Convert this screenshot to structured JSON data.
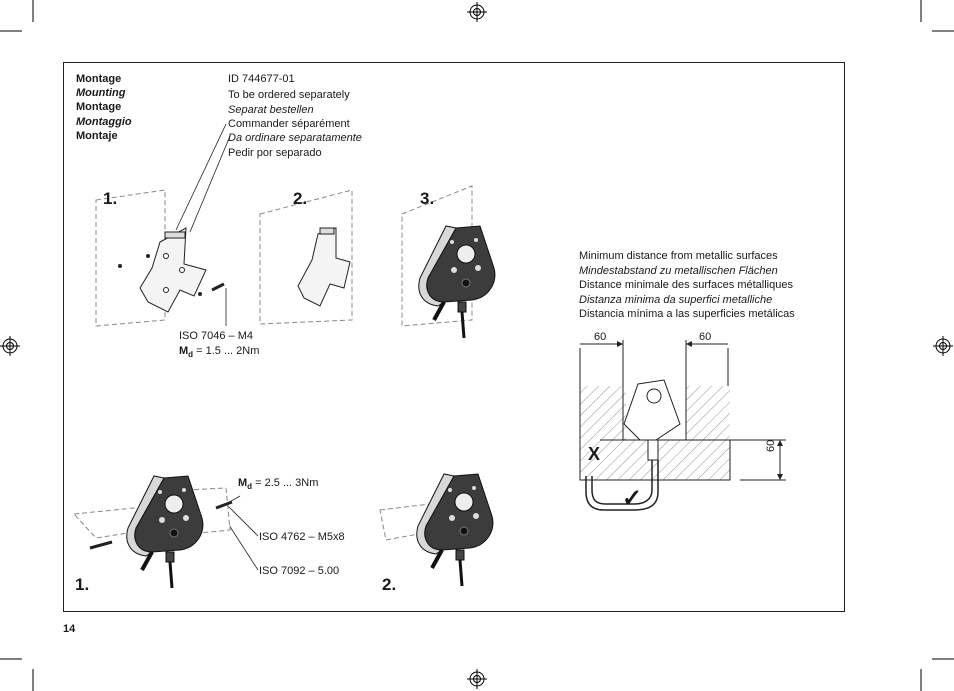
{
  "mounting_titles": [
    {
      "text": "Montage",
      "style": "bold"
    },
    {
      "text": "Mounting",
      "style": "bold-italic"
    },
    {
      "text": "Montage",
      "style": "bold"
    },
    {
      "text": "Montaggio",
      "style": "bold-italic"
    },
    {
      "text": "Montaje",
      "style": "bold"
    }
  ],
  "order_lines": [
    {
      "text": "ID 744677-01",
      "style": "normal"
    },
    {
      "text": "To be ordered separately",
      "style": "normal"
    },
    {
      "text": "Separat bestellen",
      "style": "italic"
    },
    {
      "text": "Commander séparément",
      "style": "normal"
    },
    {
      "text": "Da ordinare separatamente",
      "style": "italic"
    },
    {
      "text": "Pedir por separado",
      "style": "normal"
    }
  ],
  "steps_top": [
    "1.",
    "2.",
    "3."
  ],
  "steps_bottom": [
    "1.",
    "2."
  ],
  "screw_top": {
    "iso": "ISO 7046 – M4",
    "md_label": "M",
    "md_sub": "d",
    "md_value": " = 1.5 ... 2Nm"
  },
  "screw_bottom": {
    "md_label": "M",
    "md_sub": "d",
    "md_value": " = 2.5 ... 3Nm",
    "iso_screw": "ISO 4762 – M5x8",
    "iso_washer": "ISO 7092 – 5.00"
  },
  "distance_lines": [
    {
      "text": "Minimum distance from metallic surfaces",
      "style": "normal"
    },
    {
      "text": "Mindestabstand zu metallischen Flächen",
      "style": "italic"
    },
    {
      "text": "Distance minimale des surfaces métalliques",
      "style": "normal"
    },
    {
      "text": "Distanza minima da superfici metalliche",
      "style": "italic"
    },
    {
      "text": "Distancia mínima a las superficies metálicas",
      "style": "normal"
    }
  ],
  "dims": {
    "left": "60",
    "right": "60",
    "vertical": "60"
  },
  "marks": {
    "wrong": "X",
    "right": "✓"
  },
  "page_number": "14"
}
